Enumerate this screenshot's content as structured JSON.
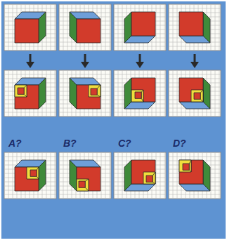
{
  "diagram": {
    "labels": [
      "A?",
      "B?",
      "C?",
      "D?"
    ]
  }
}
